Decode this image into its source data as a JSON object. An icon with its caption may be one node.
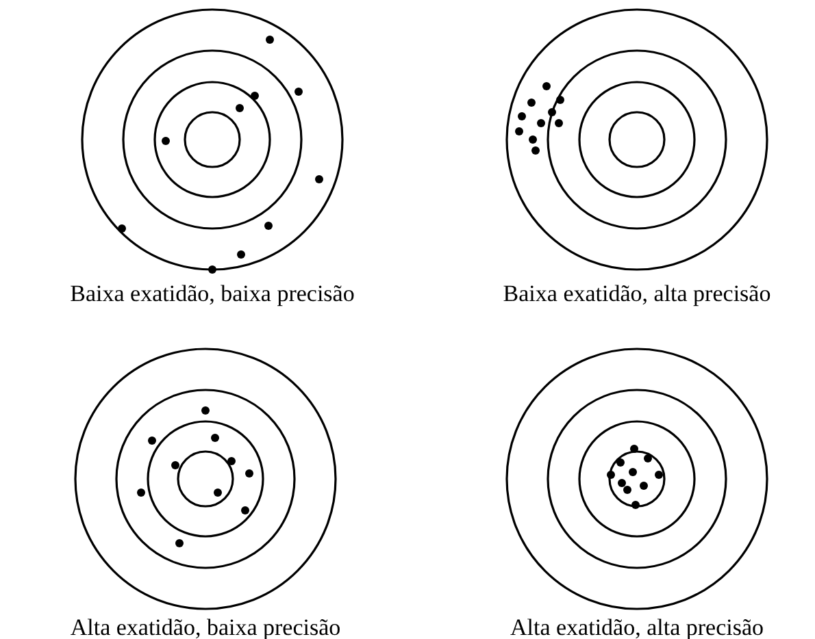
{
  "diagram": {
    "labels": [
      "Baixa exatidão, baixa precisão",
      "Baixa exatidão, alta precisão",
      "Alta exatidão, baixa precisão",
      "Alta exatidão, alta precisão"
    ]
  }
}
